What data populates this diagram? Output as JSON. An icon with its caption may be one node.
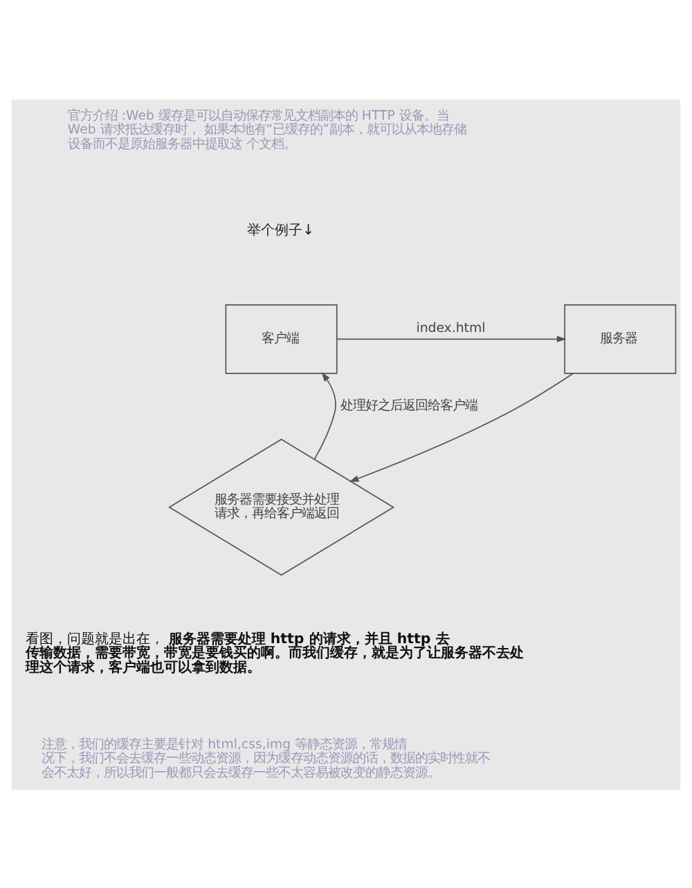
{
  "diagram": {
    "nodes": [
      {
        "text": [
          "客户端"
        ]
      },
      {
        "text": [
          "服务器"
        ]
      },
      {
        "text": [
          "服务器需要接受并处理请求，再给客户端返回"
        ]
      }
    ],
    "edges": [
      {
        "from": 0,
        "to": 1,
        "arrow": "to",
        "label": "index.html"
      },
      {
        "from": 1,
        "to": 2,
        "arrow": "to"
      },
      {
        "from": 2,
        "to": 0,
        "arrow": "to",
        "label": "处理好之后返回给客户端"
      }
    ],
    "labels": [
      "官方介绍 :Web 缓存是可以自动保存常见文档副本的 HTTP 设备。当 Web 请求抵达缓存时， 如果本地有“已缓存的”副本，就可以从本地存储设备而不是原始服务器中提取这 个文档。",
      "举个例子↓",
      "看图，问题就是出在，**服务器需要处理 http 的请求，并且 http 去传输数据，需要带宽，带宽是要钱买的啊。而我们缓存，就是为了让服务器不去处理这个请求，客户端也可以拿到数据。**",
      "注意，我们的缓存主要是针对 html,css,img 等静态资源，常规情况下，我们不会去缓存一些动态资源，因为缓存动态资源的话，数据的实时性就不会不太好，所以我们一般都只会去缓存一些不太容易被改变的静态资源。"
    ]
  }
}
